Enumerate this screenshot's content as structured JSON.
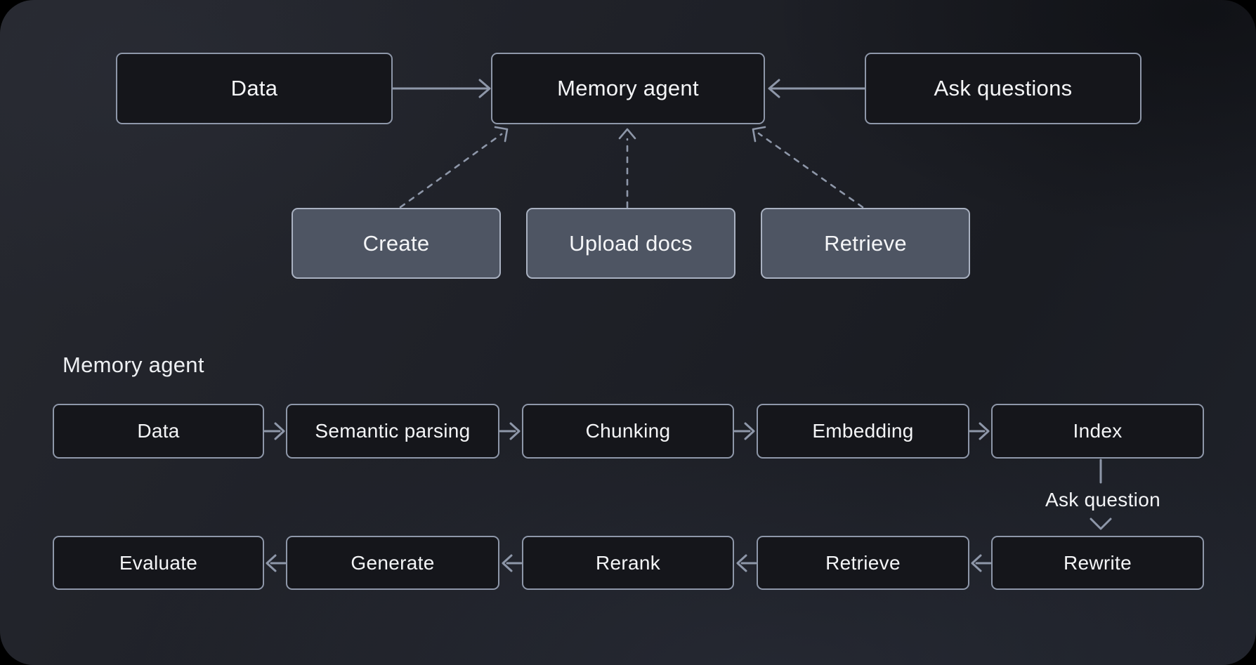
{
  "colors": {
    "outer_background": "#000000",
    "canvas_dark": "#1f2128",
    "canvas_light_haze": "#272a33",
    "node_dark_fill": "#15161b",
    "node_dark_border": "#8e97a9",
    "node_gray_fill": "#4e5563",
    "node_gray_border": "#a9b1c1",
    "connector_line": "#8e97a9",
    "text": "#f4f5f7"
  },
  "overview": {
    "nodes": {
      "data": "Data",
      "memory_agent": "Memory agent",
      "ask_questions": "Ask questions"
    },
    "actions": {
      "create": "Create",
      "upload_docs": "Upload docs",
      "retrieve": "Retrieve"
    }
  },
  "detail": {
    "title": "Memory agent",
    "row1": {
      "data": "Data",
      "semantic_parsing": "Semantic parsing",
      "chunking": "Chunking",
      "embedding": "Embedding",
      "index": "Index"
    },
    "connector_label": "Ask question",
    "row2": {
      "evaluate": "Evaluate",
      "generate": "Generate",
      "rerank": "Rerank",
      "retrieve": "Retrieve",
      "rewrite": "Rewrite"
    }
  }
}
